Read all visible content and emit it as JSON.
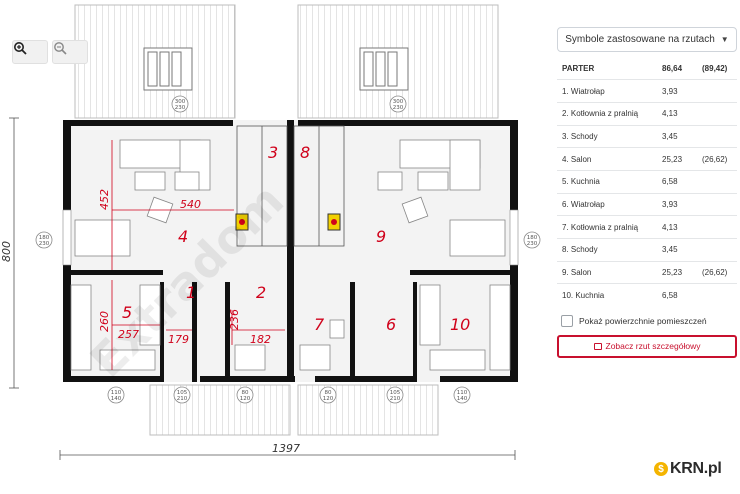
{
  "plan": {
    "room_numbers": [
      "4",
      "3",
      "8",
      "9",
      "5",
      "1",
      "2",
      "7",
      "6",
      "10"
    ],
    "dimensions": {
      "total_width": "1397",
      "total_height": "800",
      "dim_540": "540",
      "dim_452": "452",
      "dim_260": "260",
      "dim_257": "257",
      "dim_179": "179",
      "dim_236": "236",
      "dim_182": "182"
    },
    "openings": {
      "top_left": [
        "300",
        "230"
      ],
      "top_right": [
        "300",
        "230"
      ],
      "side_left": [
        "180",
        "230"
      ],
      "side_right": [
        "180",
        "230"
      ],
      "bottom": [
        [
          "110",
          "140"
        ],
        [
          "105",
          "210"
        ],
        [
          "80",
          "120"
        ],
        [
          "80",
          "120"
        ],
        [
          "105",
          "210"
        ],
        [
          "110",
          "140"
        ]
      ]
    },
    "watermark": "Extradom"
  },
  "panel": {
    "symbols_label": "Symbole zastosowane na rzutach",
    "header": {
      "name": "PARTER",
      "area": "86,64",
      "alt": "(89,42)"
    },
    "rooms": [
      {
        "name": "1. Wiatrołap",
        "area": "3,93",
        "alt": ""
      },
      {
        "name": "2. Kotłownia z pralnią",
        "area": "4,13",
        "alt": ""
      },
      {
        "name": "3. Schody",
        "area": "3,45",
        "alt": ""
      },
      {
        "name": "4. Salon",
        "area": "25,23",
        "alt": "(26,62)"
      },
      {
        "name": "5. Kuchnia",
        "area": "6,58",
        "alt": ""
      },
      {
        "name": "6. Wiatrołap",
        "area": "3,93",
        "alt": ""
      },
      {
        "name": "7. Kotłownia z pralnią",
        "area": "4,13",
        "alt": ""
      },
      {
        "name": "8. Schody",
        "area": "3,45",
        "alt": ""
      },
      {
        "name": "9. Salon",
        "area": "25,23",
        "alt": "(26,62)"
      },
      {
        "name": "10. Kuchnia",
        "area": "6,58",
        "alt": ""
      }
    ],
    "show_areas_label": "Pokaż powierzchnie pomieszczeń",
    "detail_button_label": "Zobacz rzut szczegółowy"
  },
  "logo": {
    "text": "KRN.pl",
    "coin": "$"
  },
  "colors": {
    "accent": "#c8102e",
    "wall": "#111111",
    "dim_red": "#d0021b",
    "logo_coin": "#f4b400"
  }
}
